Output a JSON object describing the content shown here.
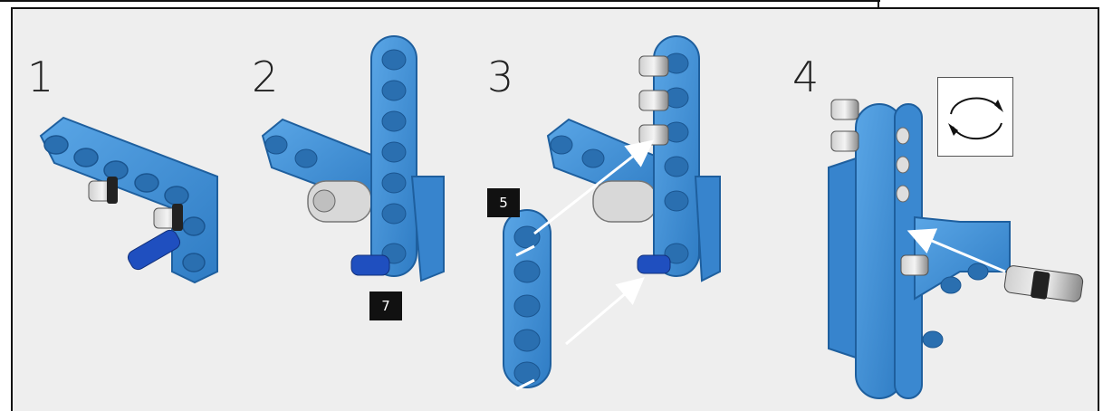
{
  "steps": [
    {
      "number": "1"
    },
    {
      "number": "2"
    },
    {
      "number": "3"
    },
    {
      "number": "4"
    }
  ],
  "callouts": {
    "step2_quantity": "7",
    "step3_quantity": "5"
  },
  "icons": {
    "rotate": "rotate-model-icon"
  },
  "colors": {
    "beam_blue": "#3d8fd6",
    "beam_dark": "#2a6fb0",
    "pin_blue": "#1f4fbf",
    "panel_bg": "#eeeeee",
    "arrow": "#ffffff"
  }
}
